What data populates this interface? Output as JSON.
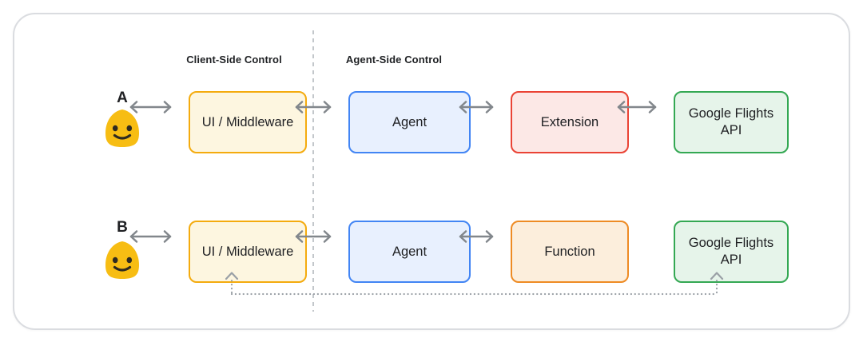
{
  "sections": {
    "client_label": "Client-Side Control",
    "agent_label": "Agent-Side Control"
  },
  "rows": [
    {
      "user_label": "A",
      "user_icon": "smiling-blob-face-emoji",
      "nodes": [
        {
          "label": "UI / Middleware",
          "color": "yellow"
        },
        {
          "label": "Agent",
          "color": "blue"
        },
        {
          "label": "Extension",
          "color": "red"
        },
        {
          "label": "Google Flights API",
          "color": "green"
        }
      ]
    },
    {
      "user_label": "B",
      "user_icon": "smiling-blob-face-emoji",
      "nodes": [
        {
          "label": "UI / Middleware",
          "color": "yellow"
        },
        {
          "label": "Agent",
          "color": "blue"
        },
        {
          "label": "Function",
          "color": "orange"
        },
        {
          "label": "Google Flights API",
          "color": "green"
        }
      ]
    }
  ],
  "colors": {
    "yellow_fill": "#FDF6E0",
    "yellow_border": "#F4AB0E",
    "blue_fill": "#E8F0FE",
    "blue_border": "#4285F4",
    "red_fill": "#FCE8E6",
    "red_border": "#EA4335",
    "green_fill": "#E6F4EA",
    "green_border": "#34A853",
    "orange_fill": "#FCEEDC",
    "orange_border": "#EE8B24",
    "arrow_gray": "#82878C",
    "dashed_gray": "#C3C7CB",
    "dotted_gray": "#9AA0A6",
    "emoji_fill": "#F7BD13",
    "emoji_features": "#2E2A20"
  }
}
